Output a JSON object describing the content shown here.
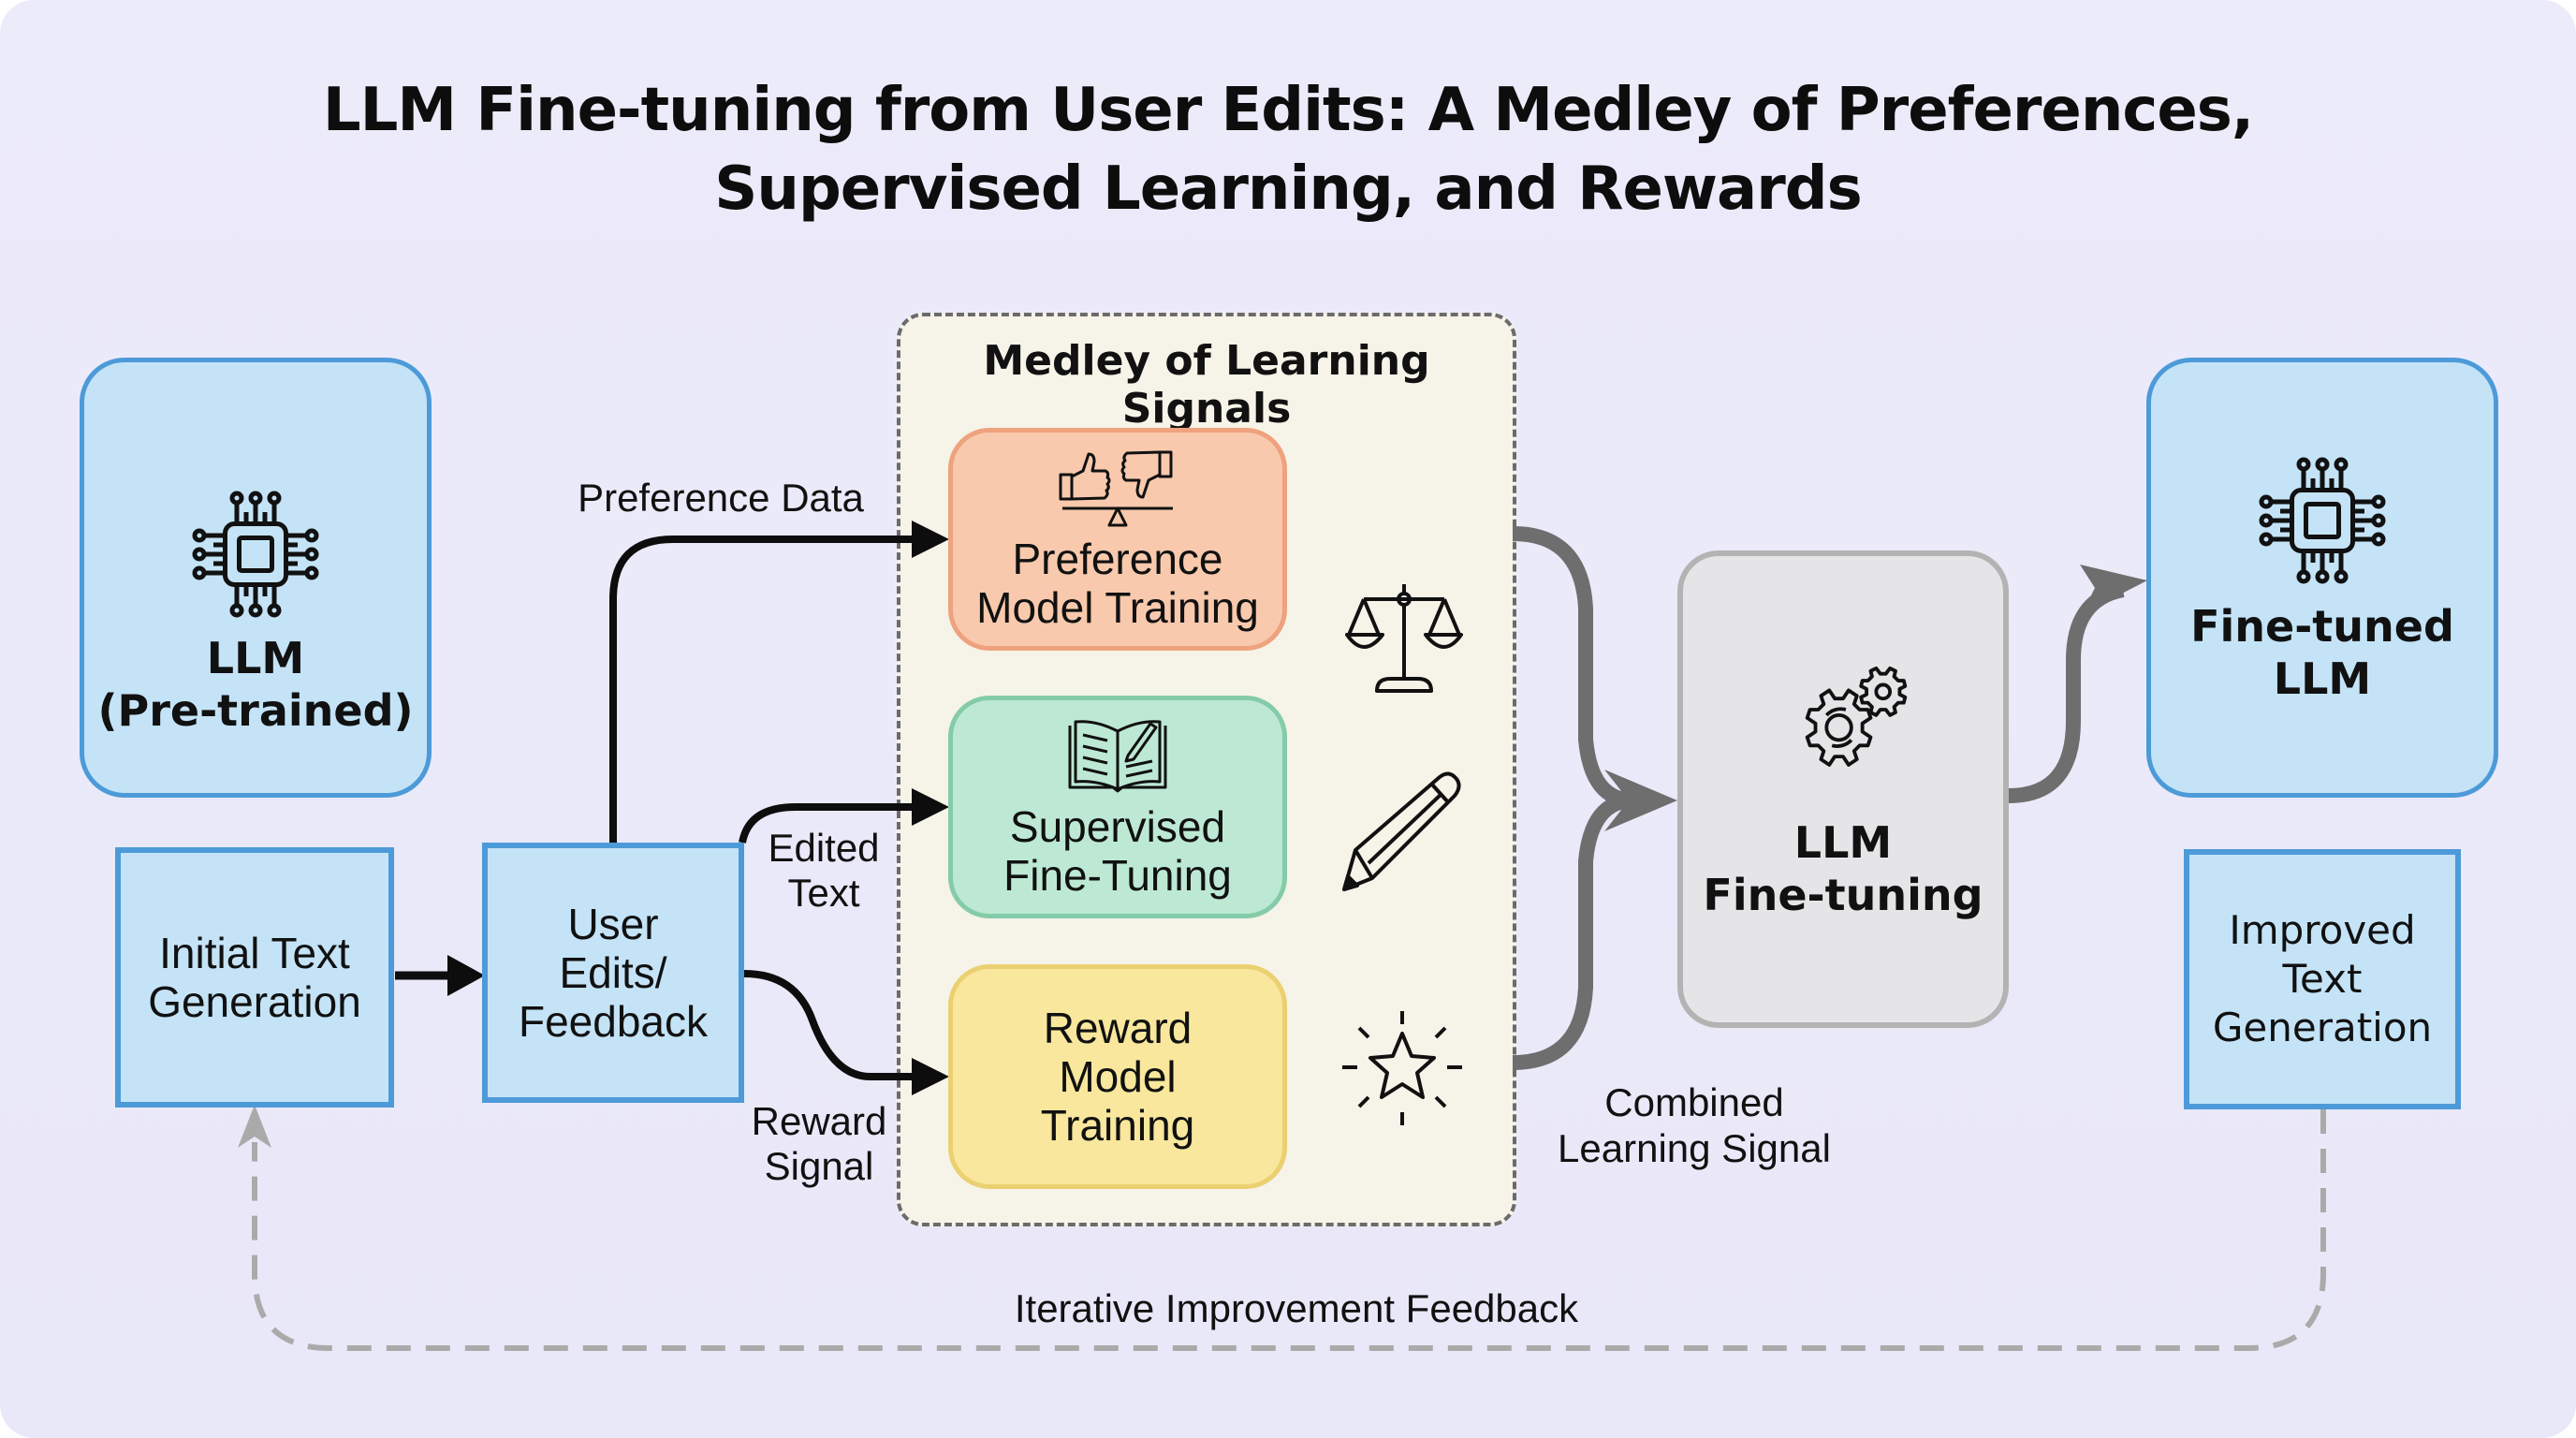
{
  "title": {
    "line1": "LLM Fine-tuning from User Edits: A Medley of Preferences,",
    "line2": "Supervised Learning, and Rewards"
  },
  "nodes": {
    "pretrained_llm": {
      "line1": "LLM",
      "line2": "(Pre-trained)",
      "icon": "cpu-chip-icon"
    },
    "initial_text": {
      "line1": "Initial Text",
      "line2": "Generation"
    },
    "user_edits": {
      "line1": "User",
      "line2": "Edits/",
      "line3": "Feedback"
    },
    "medley": {
      "title": "Medley of Learning Signals",
      "signals": [
        {
          "line1": "Preference",
          "line2": "Model Training",
          "icon": "thumbs-up-down-balance-icon",
          "side_icon": "scales-icon",
          "color": "#f8c9ad"
        },
        {
          "line1": "Supervised",
          "line2": "Fine-Tuning",
          "icon": "book-pencil-icon",
          "side_icon": "pencil-icon",
          "color": "#bde9d4"
        },
        {
          "line1": "Reward",
          "line2": "Model",
          "line3": "Training",
          "side_icon": "sparkle-star-icon",
          "color": "#f8e79c"
        }
      ]
    },
    "fine_tuning": {
      "line1": "LLM",
      "line2": "Fine-tuning",
      "icon": "gears-icon"
    },
    "finetuned_llm": {
      "line1": "Fine-tuned",
      "line2": "LLM",
      "icon": "cpu-chip-icon"
    },
    "improved_text": {
      "line1": "Improved",
      "line2": "Text",
      "line3": "Generation"
    }
  },
  "edge_labels": {
    "preference_data": "Preference Data",
    "edited_text": {
      "line1": "Edited",
      "line2": "Text"
    },
    "reward_signal": {
      "line1": "Reward",
      "line2": "Signal"
    },
    "combined": {
      "line1": "Combined",
      "line2": "Learning Signal"
    },
    "iterative": "Iterative Improvement Feedback"
  },
  "colors": {
    "background": "#ebeaf9",
    "blue_fill": "#c4e3f7",
    "blue_border": "#4d9ad8",
    "medley_fill": "#f6f3e8",
    "grey_arrow": "#6e6e6e",
    "feedback_dash": "#aaaaaa"
  }
}
